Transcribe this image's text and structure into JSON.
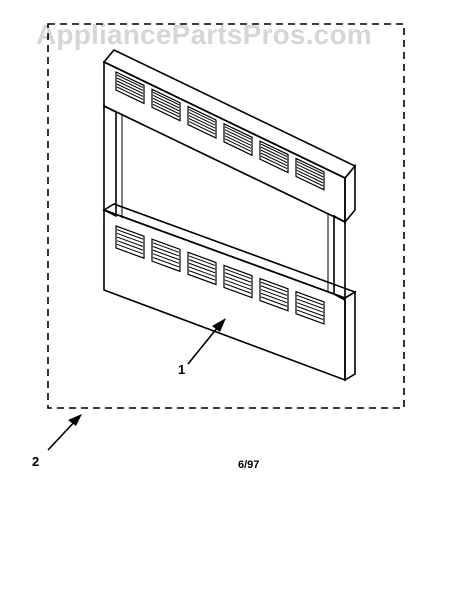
{
  "watermark": "AppliancePartsPros.com",
  "callouts": {
    "part_1": "1",
    "part_2": "2"
  },
  "date_code": "6/97",
  "parts": [
    {
      "callout": "1",
      "icon": "vented-trim-frame"
    },
    {
      "callout": "2",
      "icon": "dashed-kit-boundary"
    }
  ]
}
